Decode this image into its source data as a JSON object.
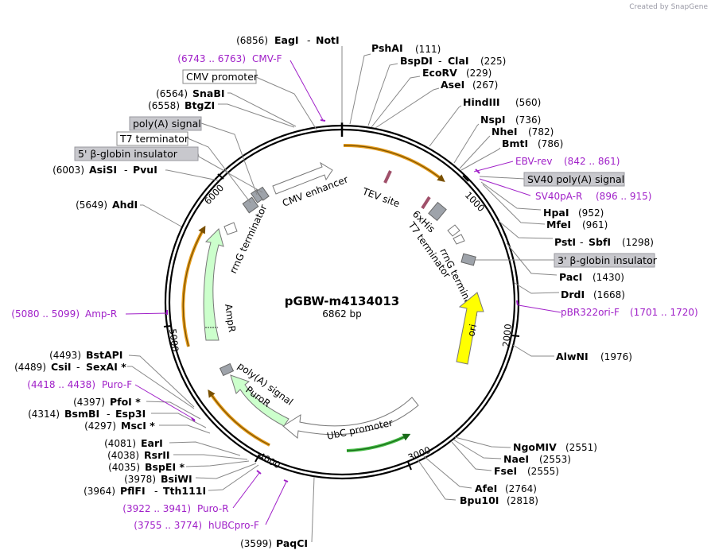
{
  "watermark": "Created by SnapGene",
  "plasmid": {
    "name": "pGBW-m4134013",
    "size": "6862 bp"
  },
  "ticks": [
    "1000",
    "2000",
    "3000",
    "4000",
    "5000",
    "6000"
  ],
  "sites": [
    {
      "pos": "(6856)",
      "name": "EagI",
      "sep": "-",
      "name2": "NotI"
    },
    {
      "pos": "(111)",
      "name": "PshAI"
    },
    {
      "pos": "(225)",
      "name": "BspDI",
      "sep": "-",
      "name2": "ClaI"
    },
    {
      "pos": "(229)",
      "name": "EcoRV"
    },
    {
      "pos": "(267)",
      "name": "AseI"
    },
    {
      "pos": "(560)",
      "name": "HindIII"
    },
    {
      "pos": "(736)",
      "name": "NspI"
    },
    {
      "pos": "(782)",
      "name": "NheI"
    },
    {
      "pos": "(786)",
      "name": "BmtI"
    },
    {
      "pos": "(952)",
      "name": "HpaI"
    },
    {
      "pos": "(961)",
      "name": "MfeI"
    },
    {
      "pos": "(1298)",
      "name": "PstI",
      "sep": "-",
      "name2": "SbfI"
    },
    {
      "pos": "(1430)",
      "name": "PacI"
    },
    {
      "pos": "(1668)",
      "name": "DrdI"
    },
    {
      "pos": "(1976)",
      "name": "AlwNI"
    },
    {
      "pos": "(2551)",
      "name": "NgoMIV"
    },
    {
      "pos": "(2553)",
      "name": "NaeI"
    },
    {
      "pos": "(2555)",
      "name": "FseI"
    },
    {
      "pos": "(2764)",
      "name": "AfeI"
    },
    {
      "pos": "(2818)",
      "name": "Bpu10I"
    },
    {
      "pos": "(3599)",
      "name": "PaqCI"
    },
    {
      "pos": "(3964)",
      "name": "PflFI",
      "sep": "-",
      "name2": "Tth111I"
    },
    {
      "pos": "(3978)",
      "name": "BsiWI"
    },
    {
      "pos": "(4035)",
      "name": "BspEI *"
    },
    {
      "pos": "(4038)",
      "name": "RsrII"
    },
    {
      "pos": "(4081)",
      "name": "EarI"
    },
    {
      "pos": "(4297)",
      "name": "MscI *"
    },
    {
      "pos": "(4314)",
      "name": "BsmBI",
      "sep": "-",
      "name2": "Esp3I"
    },
    {
      "pos": "(4397)",
      "name": "PfoI *"
    },
    {
      "pos": "(4489)",
      "name": "CsiI",
      "sep": "-",
      "name2": "SexAI *"
    },
    {
      "pos": "(4493)",
      "name": "BstAPI"
    },
    {
      "pos": "(5649)",
      "name": "AhdI"
    },
    {
      "pos": "(6003)",
      "name": "AsiSI",
      "sep": "-",
      "name2": "PvuI"
    },
    {
      "pos": "(6558)",
      "name": "BtgZI"
    },
    {
      "pos": "(6564)",
      "name": "SnaBI"
    }
  ],
  "primers": [
    {
      "range": "(6743 .. 6763)",
      "name": "CMV-F"
    },
    {
      "range": "(842 .. 861)",
      "name": "EBV-rev"
    },
    {
      "range": "(896 .. 915)",
      "name": "SV40pA-R"
    },
    {
      "range": "(1701 .. 1720)",
      "name": "pBR322ori-F"
    },
    {
      "range": "(5080 .. 5099)",
      "name": "Amp-R"
    },
    {
      "range": "(4418 .. 4438)",
      "name": "Puro-F"
    },
    {
      "range": "(3922 .. 3941)",
      "name": "Puro-R"
    },
    {
      "range": "(3755 .. 3774)",
      "name": "hUBCpro-F"
    }
  ],
  "boxed_features": [
    {
      "name": "CMV promoter"
    },
    {
      "name": "poly(A) signal"
    },
    {
      "name": "T7 terminator"
    },
    {
      "name": "5' β-globin insulator"
    },
    {
      "name": "SV40 poly(A) signal"
    },
    {
      "name": "3' β-globin insulator"
    }
  ],
  "inner_features": {
    "cmv_enhancer": "CMV enhancer",
    "tev_site": "TEV site",
    "his_tag": "6xHis",
    "t7_terminator": "T7 terminator",
    "rrng_term_right": "rrnG terminator",
    "ori": "ori",
    "ubc_promoter": "UbC promoter",
    "polya_signal": "poly(A) signal",
    "puror": "PuroR",
    "ampr": "AmpR",
    "rrng_term_left": "rrnG terminator"
  },
  "colors": {
    "backbone": "#000000",
    "ori": "#ffff00",
    "resistance": "#ccffcc",
    "highlight_orange": "#f0a020",
    "green_arrow": "#33aa33",
    "primer": "#a020c8",
    "grey_box": "#c8c8cd",
    "terminator": "#9ea3aa",
    "tag": "#e0a0b0"
  }
}
